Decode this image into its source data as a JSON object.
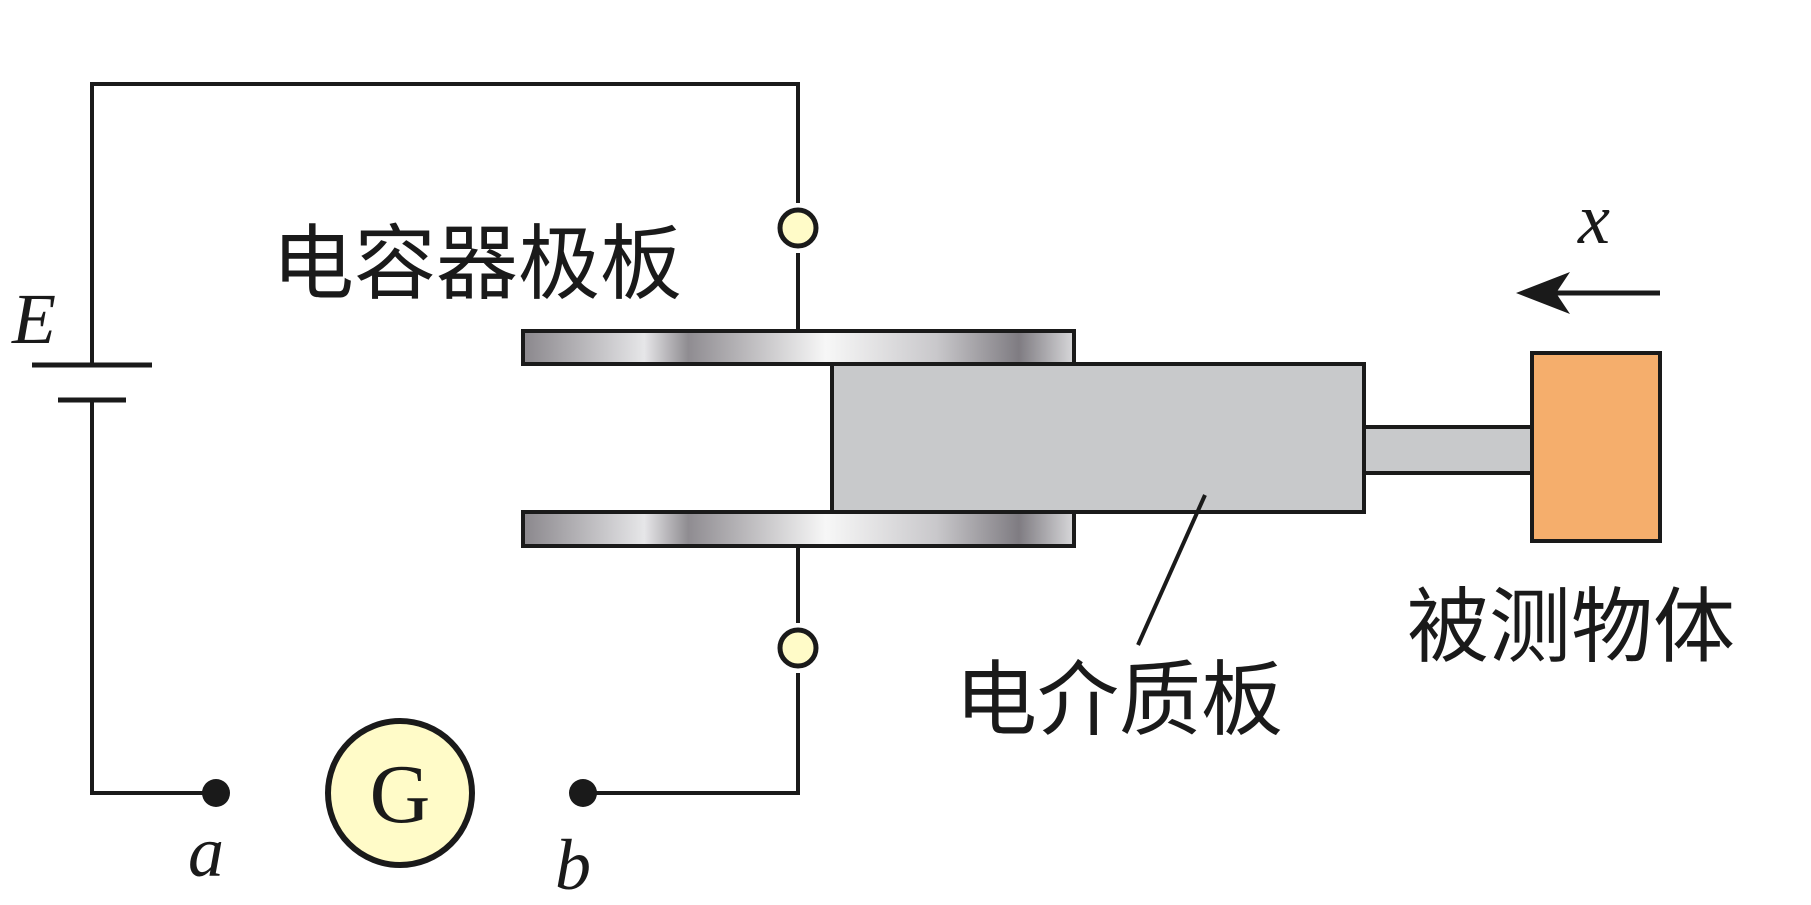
{
  "labels": {
    "battery": "E",
    "capacitor_plates": "电容器极板",
    "dielectric": "电介质板",
    "object": "被测物体",
    "galvanometer": "G",
    "point_a": "a",
    "point_b": "b",
    "displacement": "x"
  },
  "colors": {
    "wire": "#1a1a1a",
    "terminal_fill": "#fffbc8",
    "galvanometer_fill": "#fffbc8",
    "dielectric_fill": "#c8c9cb",
    "object_fill": "#f5ae6c",
    "plate_light": "#f2f2f2",
    "plate_dark": "#8a878c"
  },
  "icons": {
    "arrow": "left-arrow-icon",
    "terminal": "terminal-circle-icon",
    "node": "node-dot-icon"
  }
}
